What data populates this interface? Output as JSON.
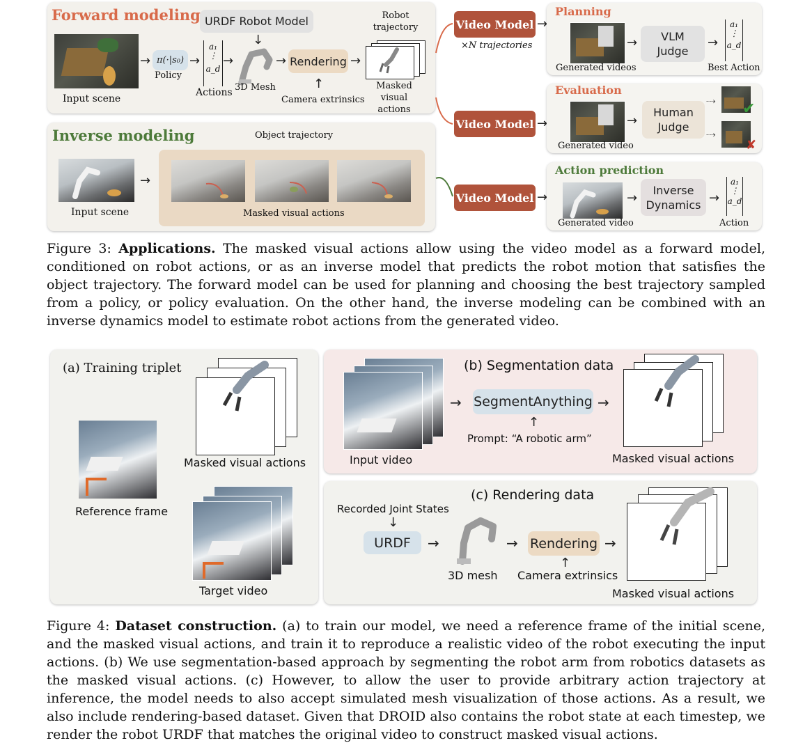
{
  "fig3": {
    "forward_title": "Forward modeling",
    "inverse_title": "Inverse modeling",
    "urdf_label": "URDF Robot Model",
    "robot_traj": "Robot\ntrajectory",
    "input_scene": "Input scene",
    "policy_formula": "π(·|s₀)",
    "policy": "Policy",
    "actions": "Actions",
    "mesh_3d": "3D Mesh",
    "rendering": "Rendering",
    "camera_extrinsics": "Camera extrinsics",
    "masked_visual_actions_2line": "Masked visual\nactions",
    "object_trajectory": "Object trajectory",
    "input_scene_inv": "Input scene",
    "masked_visual_actions": "Masked visual actions",
    "video_model": "Video Model",
    "n_traj": "×N trajectories",
    "planning": "Planning",
    "vlm_judge": "VLM\nJudge",
    "generated_videos": "Generated videos",
    "best_action": "Best Action",
    "evaluation": "Evaluation",
    "human_judge": "Human\nJudge",
    "generated_video": "Generated video",
    "action_prediction": "Action prediction",
    "inverse_dynamics": "Inverse\nDynamics",
    "generated_video_2": "Generated video",
    "action": "Action",
    "a1": "a₁",
    "ad": "a_d",
    "caption_label": "Figure 3:",
    "caption_bold": "Applications.",
    "caption_text": "The masked visual actions allow using the video model as a forward model, conditioned on robot actions, or as an inverse model that predicts the robot motion that satisfies the object trajectory. The forward model can be used for planning and choosing the best trajectory sampled from a policy, or policy evaluation. On the other hand, the inverse modeling can be combined with an inverse dynamics model to estimate robot actions from the generated video."
  },
  "fig4": {
    "training_triplet": "(a) Training triplet",
    "masked_visual_actions_a": "Masked visual actions",
    "reference_frame": "Reference frame",
    "target_video": "Target video",
    "segmentation_data": "(b) Segmentation data",
    "segment_anything": "SegmentAnything",
    "prompt": "Prompt: “A robotic arm”",
    "input_video": "Input video",
    "masked_visual_actions_b": "Masked visual actions",
    "rendering_data": "(c) Rendering data",
    "recorded_joint_states": "Recorded Joint States",
    "urdf": "URDF",
    "mesh_3d": "3D mesh",
    "rendering": "Rendering",
    "camera_extrinsics": "Camera extrinsics",
    "masked_visual_actions_c": "Masked visual actions",
    "caption_label": "Figure 4:",
    "caption_bold": "Dataset construction.",
    "caption_text": "(a) to train our model, we need a reference frame of the initial scene, and the masked visual actions, and train it to reproduce a realistic video of the robot executing the input actions. (b) We use segmentation-based approach by segmenting the robot arm from robotics datasets as the masked visual actions. (c) However, to allow the user to provide arbitrary action trajectory at inference, the model needs to also accept simulated mesh visualization of those actions. As a result, we also include rendering-based dataset. Given that DROID also contains the robot state at each timestep, we render the robot URDF that matches the original video to construct masked visual actions."
  },
  "colors": {
    "accent_red": "#d86a4a",
    "accent_green": "#4d7a3a",
    "video_model_bg": "#b0533b"
  }
}
